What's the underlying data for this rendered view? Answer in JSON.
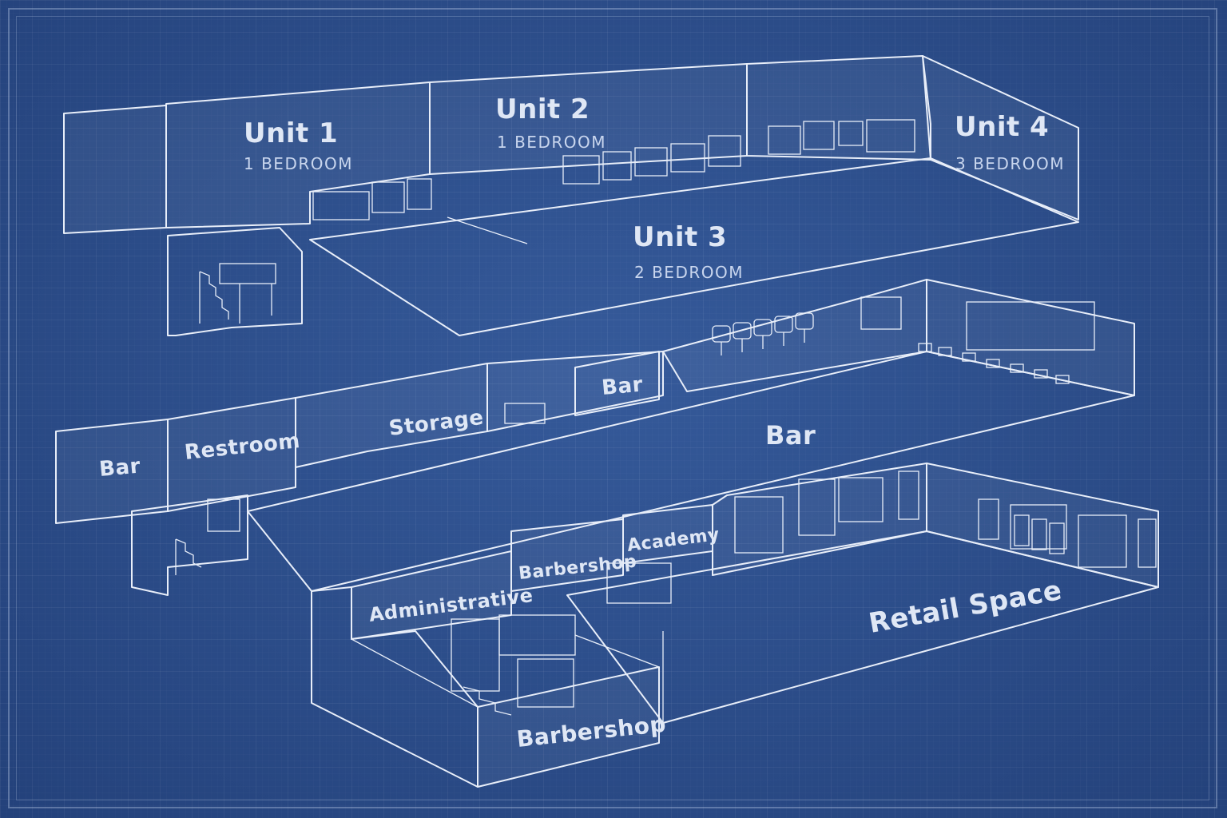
{
  "upper_floor": {
    "unit1": {
      "name": "Unit 1",
      "type": "1 BEDROOM"
    },
    "unit2": {
      "name": "Unit 2",
      "type": "1 BEDROOM"
    },
    "unit3": {
      "name": "Unit 3",
      "type": "2 BEDROOM"
    },
    "unit4": {
      "name": "Unit 4",
      "type": "3 BEDROOM"
    }
  },
  "middle_floor": {
    "bar_left": "Bar",
    "restroom": "Restroom",
    "storage": "Storage",
    "bar_back": "Bar",
    "bar_main": "Bar"
  },
  "ground_floor": {
    "administrative": "Administrative",
    "barbershop_wall": "Barbershop",
    "academy": "Academy",
    "barbershop_front": "Barbershop",
    "retail": "Retail Space"
  }
}
